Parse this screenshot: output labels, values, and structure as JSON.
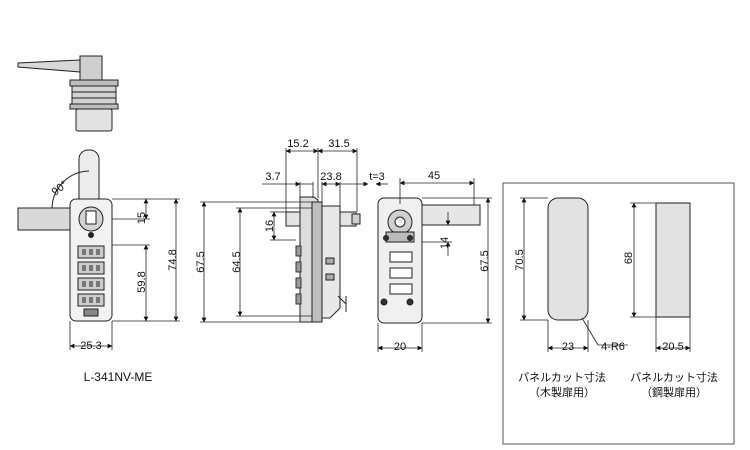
{
  "part_number": "L-341NV-ME",
  "front_view": {
    "angle": "90°",
    "dim_handle": "15",
    "dim_buttons": "59.8",
    "dim_overall": "74.8",
    "dim_width": "25.3"
  },
  "side_view": {
    "dim_15_2": "15.2",
    "dim_31_5": "31.5",
    "dim_3_7": "3.7",
    "dim_23_8": "23.8",
    "dim_t": "t=3",
    "dim_16": "16",
    "dim_67_5": "67.5",
    "dim_64_5": "64.5"
  },
  "rear_view": {
    "dim_45": "45",
    "dim_14": "14",
    "dim_67_5": "67.5",
    "dim_20": "20"
  },
  "panel_cut": {
    "wood": {
      "dim_height": "70.5",
      "dim_width": "23",
      "dim_radius": "4-R6",
      "caption": "パネルカット寸法",
      "subcaption": "（木製扉用）"
    },
    "steel": {
      "dim_height": "68",
      "dim_width": "20.5",
      "caption": "パネルカット寸法",
      "subcaption": "（鋼製扉用）"
    }
  }
}
